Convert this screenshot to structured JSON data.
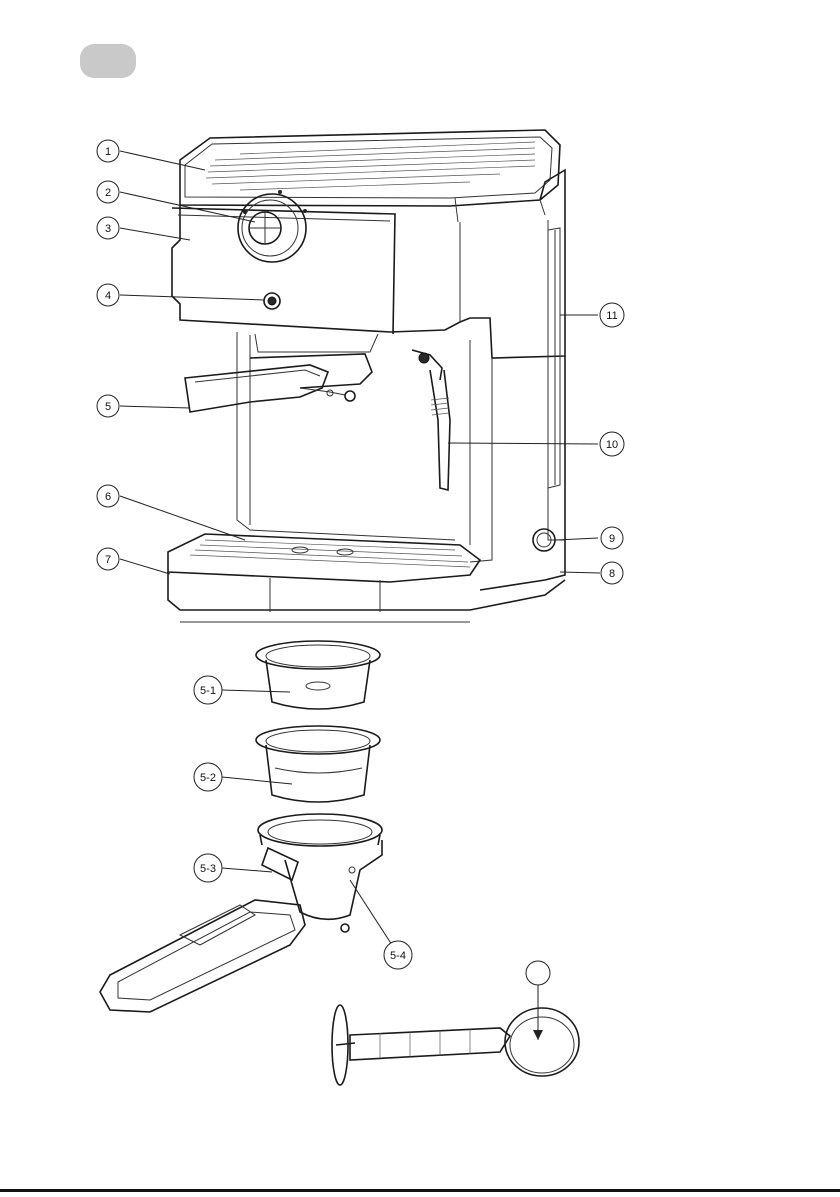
{
  "header": {
    "badge_color": "#c9c9c9"
  },
  "callouts": [
    {
      "id": "c1",
      "label": "1"
    },
    {
      "id": "c2",
      "label": "2"
    },
    {
      "id": "c3",
      "label": "3"
    },
    {
      "id": "c4",
      "label": "4"
    },
    {
      "id": "c5",
      "label": "5"
    },
    {
      "id": "c6",
      "label": "6"
    },
    {
      "id": "c7",
      "label": "7"
    },
    {
      "id": "c8",
      "label": "8"
    },
    {
      "id": "c9",
      "label": "9"
    },
    {
      "id": "c10",
      "label": "10"
    },
    {
      "id": "c11",
      "label": "11"
    },
    {
      "id": "c51",
      "label": "5-1"
    },
    {
      "id": "c52",
      "label": "5-2"
    },
    {
      "id": "c53",
      "label": "5-3"
    },
    {
      "id": "c54",
      "label": "5-4"
    },
    {
      "id": "c12",
      "label": ""
    }
  ]
}
